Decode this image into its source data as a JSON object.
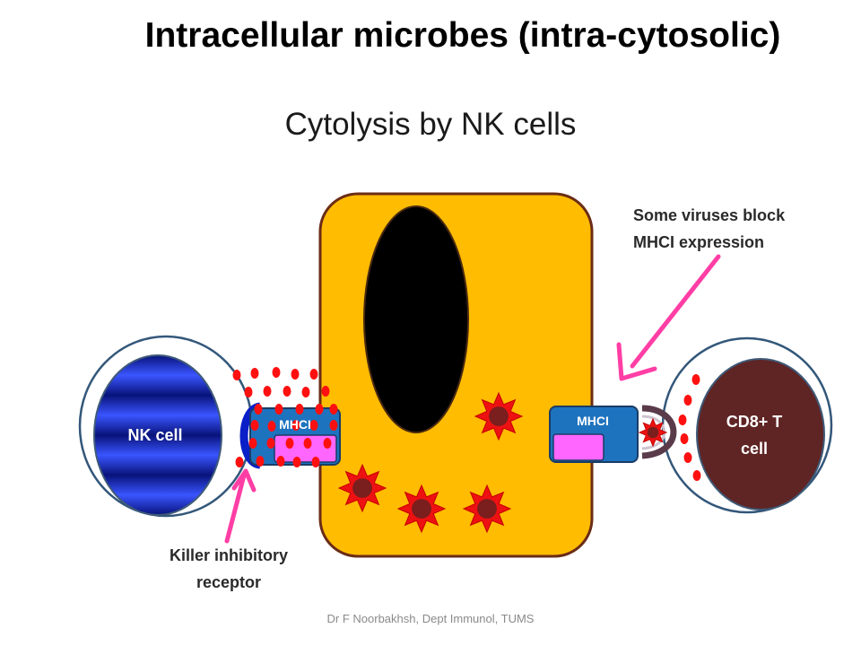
{
  "title": "Intracellular microbes (intra-cytosolic)",
  "subtitle": "Cytolysis by NK cells",
  "labels": {
    "nk_cell": "NK cell",
    "cd8_line1": "CD8+ T",
    "cd8_line2": "cell",
    "mhc_left": "MHCI",
    "mhc_right": "MHCI",
    "virus_block_line1": "Some viruses block",
    "virus_block_line2": "MHCI expression",
    "kir_line1": "Killer inhibitory",
    "kir_line2": "receptor"
  },
  "footer": "Dr F Noorbakhsh, Dept Immunol, TUMS",
  "colors": {
    "infected_cell": "#FFBC00",
    "nucleus": "#000000",
    "nk_cell": "#0A1FC8",
    "cd8_cell": "#5F2424",
    "mhc": "#1E73BE",
    "peptide": "#FF66FF",
    "granule": "#FF1010",
    "arrow": "#FF3EA5",
    "virus": "#EE1111"
  }
}
